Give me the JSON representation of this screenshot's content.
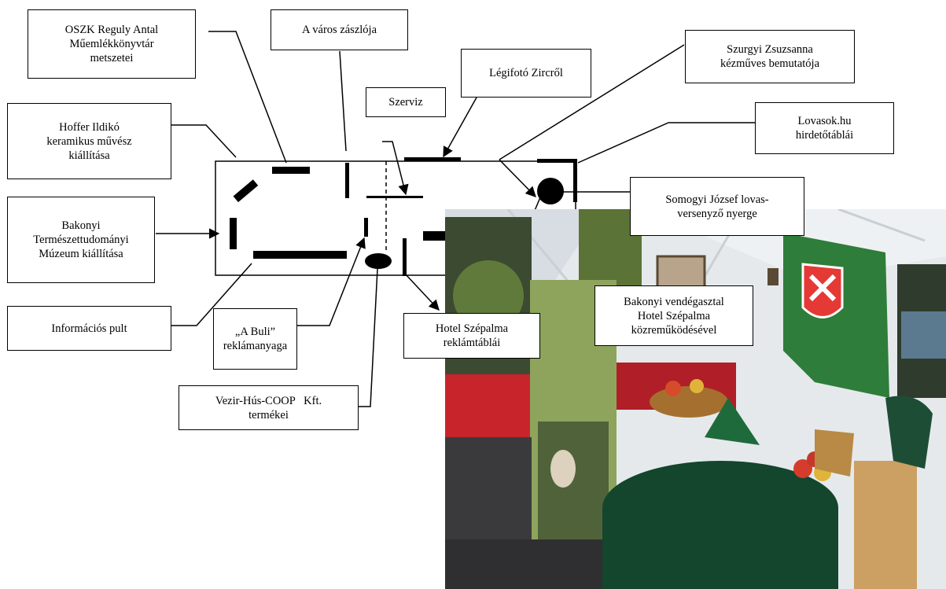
{
  "labels": {
    "oszk": [
      "OSZK Reguly Antal",
      "Műemlékkönyvtár",
      "metszetei"
    ],
    "flag": [
      "A város zászlója"
    ],
    "aerial": [
      "Légifotó Zircről"
    ],
    "szurgyi": [
      "Szurgyi Zsuzsanna",
      "kézműves bemutatója"
    ],
    "service": [
      "Szerviz"
    ],
    "hoffer": [
      "Hoffer Ildikó",
      "keramikus művész",
      "kiállítása"
    ],
    "lovasok": [
      "Lovasok.hu",
      "hirdetőtáblái"
    ],
    "somogyi": [
      "Somogyi József lovas-",
      "versenyző nyerge"
    ],
    "bakonyi_museum": [
      "Bakonyi",
      "Természettudományi",
      "Múzeum kiállítása"
    ],
    "info": [
      "Információs pult"
    ],
    "buli": [
      "„A Buli”",
      "reklámanyaga"
    ],
    "hotel": [
      "Hotel Szépalma",
      "reklámtáblái"
    ],
    "guest": [
      "Bakonyi vendégasztal",
      "Hotel Szépalma",
      "közreműködésével"
    ],
    "vezir": [
      "Vezir-Hús-COOP   Kft.",
      "termékei"
    ]
  },
  "photo": {
    "description_icon": "exhibition-stand-photo",
    "colors": {
      "tent": "#e8ecef",
      "flag_green": "#2e7d3a",
      "table_green": "#13462c",
      "red_cloth": "#c8242c",
      "ground": "#3a3a3d"
    }
  }
}
